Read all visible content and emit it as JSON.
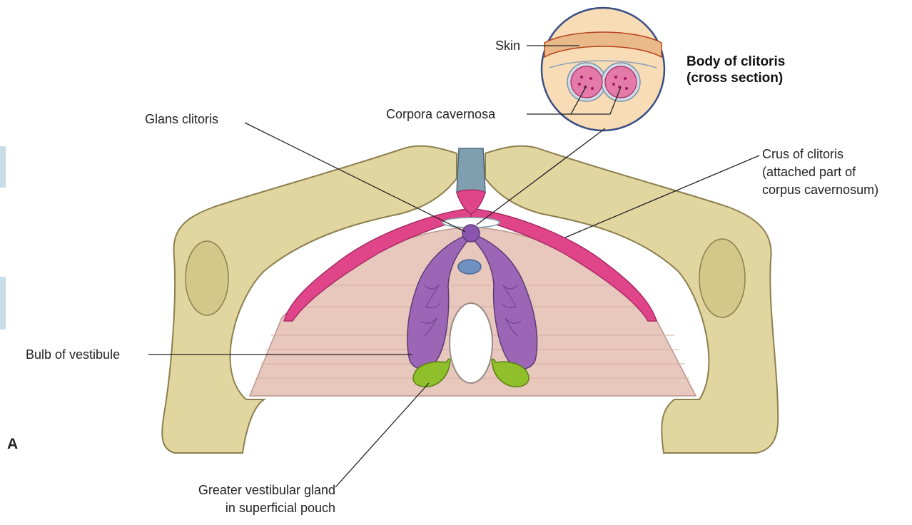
{
  "figure": {
    "panel_letter": "A",
    "inset_title": [
      "Body of clitoris",
      "(cross section)"
    ],
    "labels": {
      "skin": "Skin",
      "corpora_cavernosa": "Corpora cavernosa",
      "glans_clitoris": "Glans clitoris",
      "crus_of_clitoris": [
        "Crus of clitoris",
        "(attached part of",
        "corpus cavernosum)"
      ],
      "bulb_of_vestibule": "Bulb of vestibule",
      "greater_vestibular_gland": [
        "Greater vestibular gland",
        "in superficial pouch"
      ]
    },
    "colors": {
      "bone": "#e2d6a0",
      "bone_outline": "#8c7f4e",
      "membrane": "#e8c7bd",
      "crus": "#e0458a",
      "bulb": "#9b66b5",
      "gland": "#8fbf2a",
      "inset_fill": "#f8dcb6",
      "cavernosa": "#e37aa8"
    }
  }
}
